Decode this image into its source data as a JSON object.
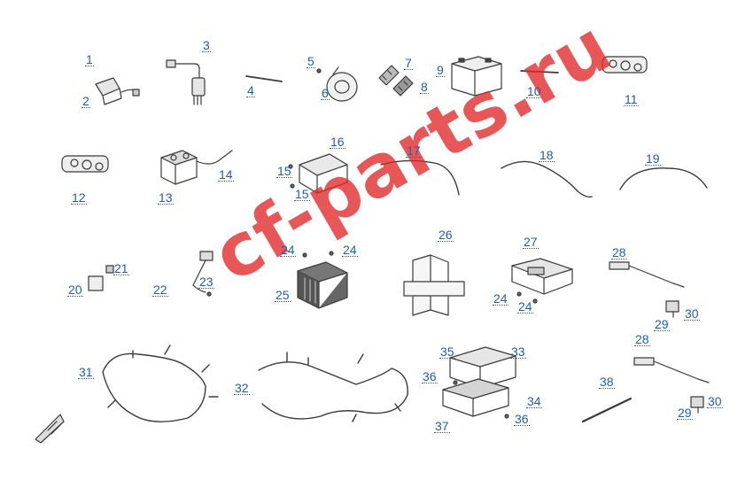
{
  "diagram": {
    "watermark": "cf-parts.ru",
    "callouts": [
      "1",
      "2",
      "3",
      "4",
      "5",
      "6",
      "7",
      "8",
      "9",
      "10",
      "11",
      "12",
      "13",
      "14",
      "15",
      "15",
      "16",
      "17",
      "18",
      "19",
      "20",
      "21",
      "22",
      "23",
      "24",
      "24",
      "24",
      "24",
      "25",
      "26",
      "27",
      "28",
      "28",
      "29",
      "29",
      "30",
      "30",
      "31",
      "32",
      "33",
      "34",
      "35",
      "36",
      "36",
      "37",
      "38"
    ]
  }
}
